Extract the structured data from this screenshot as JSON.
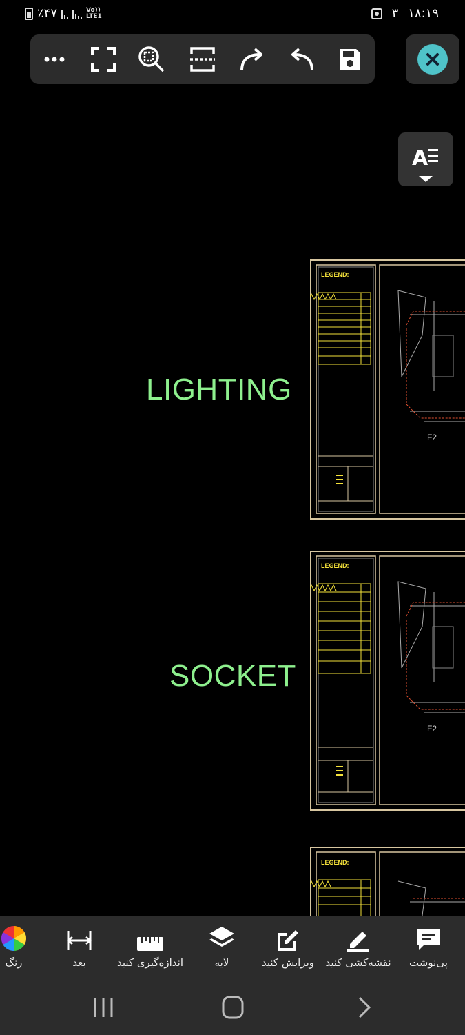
{
  "status": {
    "battery": "٪۴۷",
    "lte": "Vo)) LTE1",
    "notif_count": "۳",
    "time": "۱۸:۱۹"
  },
  "toolbar": {
    "items": [
      "more-icon",
      "fullscreen-icon",
      "zoom-extents-icon",
      "split-view-icon",
      "redo-icon",
      "undo-icon",
      "save-icon"
    ]
  },
  "drawing": {
    "label_lighting": "LIGHTING",
    "label_socket": "SOCKET",
    "legend_title": "LEGEND:",
    "sheet_tag": "F2"
  },
  "bottom": {
    "color": "رنگ",
    "dimension": "بعد",
    "measure": "اندازه‌گیری کنید",
    "layer": "لایه",
    "edit": "ویرایش کنید",
    "sketch": "نقشه‌کشی کنید",
    "note": "پی‌نوشت"
  },
  "colors": {
    "accent": "#4fc3c9",
    "cad_green": "#8ef08e",
    "cad_yellow": "#f5e23a",
    "cad_red": "#e05030"
  }
}
